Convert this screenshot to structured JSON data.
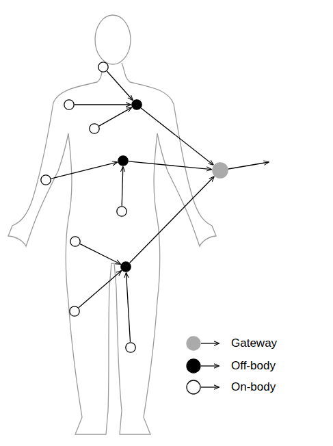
{
  "diagram": {
    "nodes": [
      {
        "text": []
      },
      {
        "text": []
      },
      {
        "text": []
      },
      {
        "text": []
      },
      {
        "text": []
      },
      {
        "text": []
      },
      {
        "text": []
      },
      {
        "text": []
      },
      {
        "text": []
      },
      {
        "text": []
      },
      {
        "text": []
      },
      {
        "text": []
      }
    ],
    "edges": [
      {
        "from": 0,
        "to": 2,
        "arrow": "to"
      },
      {
        "from": 1,
        "to": 2,
        "arrow": "to"
      },
      {
        "from": 3,
        "to": 2,
        "arrow": "to"
      },
      {
        "from": 6,
        "to": 4,
        "arrow": "to"
      },
      {
        "from": 7,
        "to": 4,
        "arrow": "to"
      },
      {
        "from": 8,
        "to": 9,
        "arrow": "to"
      },
      {
        "from": 10,
        "to": 9,
        "arrow": "to"
      },
      {
        "from": 11,
        "to": 9,
        "arrow": "to"
      },
      {
        "from": 2,
        "to": 5,
        "arrow": "to"
      },
      {
        "from": 4,
        "to": 5,
        "arrow": "to"
      },
      {
        "from": 9,
        "to": 5,
        "arrow": "to"
      }
    ],
    "legend": [
      {
        "text": "Gateway",
        "color": "#aaaaaa"
      },
      {
        "text": "Off-body",
        "color": "#000000"
      },
      {
        "text": "On-body",
        "color": "#ffffff"
      }
    ]
  }
}
